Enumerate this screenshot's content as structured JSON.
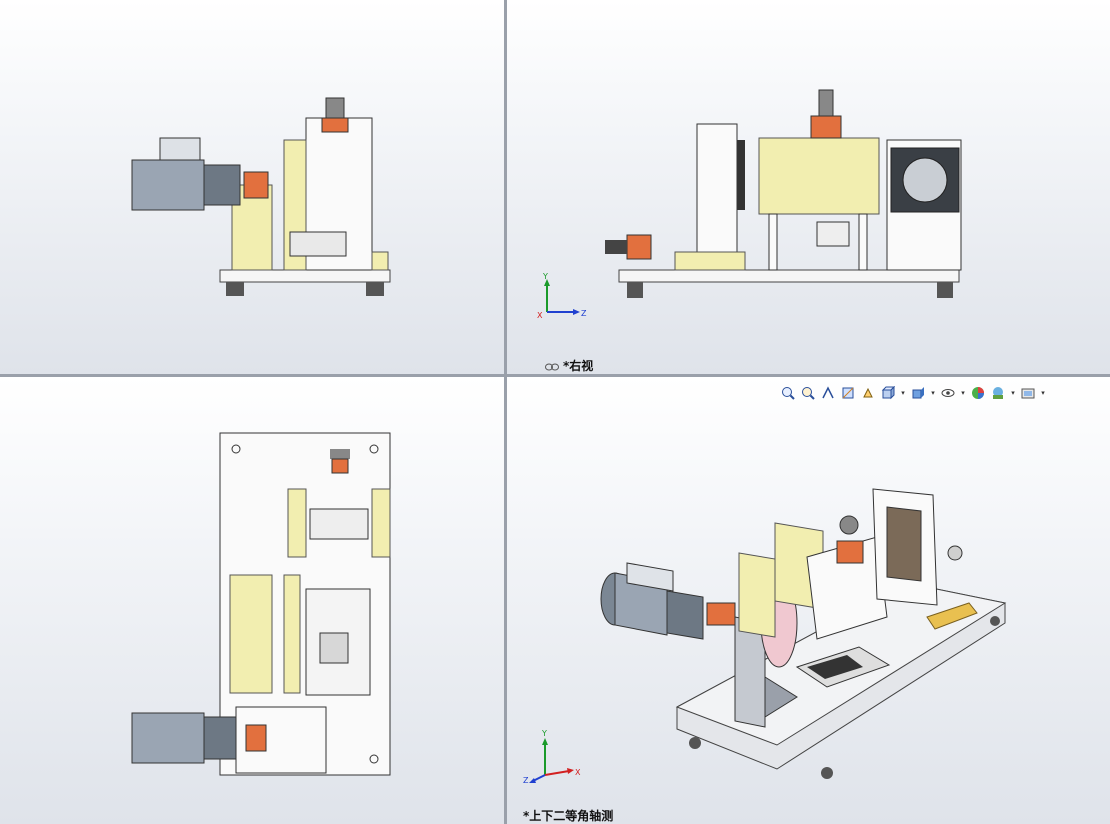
{
  "viewports": {
    "top_left": {
      "label": ""
    },
    "top_right": {
      "label": "*右视"
    },
    "bottom_left": {
      "label": ""
    },
    "bottom_right": {
      "label": "*上下二等角轴测"
    }
  },
  "triad_tr": {
    "y": "Y",
    "x": "X",
    "z": "Z"
  },
  "triad_br": {
    "y": "Y",
    "x": "X",
    "z": "Z"
  },
  "toolbar": {
    "icons": [
      "zoom-to-fit-icon",
      "zoom-area-icon",
      "previous-view-icon",
      "section-view-icon",
      "dynamic-annotation-icon",
      "view-orientation-icon",
      "display-style-icon",
      "hide-show-icon",
      "edit-appearance-icon",
      "apply-scene-icon",
      "view-settings-icon"
    ]
  },
  "colors": {
    "panel_yellow": "#f2eeb0",
    "motor_gray": "#9aa5b3",
    "coupling_orange": "#e2703e",
    "frame_white": "#fafafa",
    "axis_x": "#d22020",
    "axis_y": "#1a9a2a",
    "axis_z": "#2040d0"
  }
}
